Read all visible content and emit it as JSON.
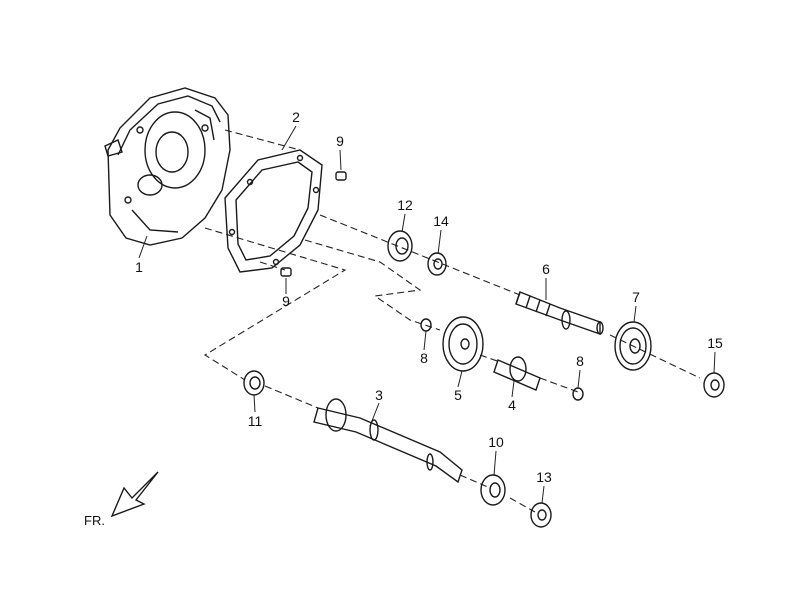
{
  "diagram": {
    "orientation_label": "FR.",
    "callouts": [
      {
        "id": "p1",
        "label": "1"
      },
      {
        "id": "p2",
        "label": "2"
      },
      {
        "id": "p3",
        "label": "3"
      },
      {
        "id": "p4",
        "label": "4"
      },
      {
        "id": "p5",
        "label": "5"
      },
      {
        "id": "p6",
        "label": "6"
      },
      {
        "id": "p7",
        "label": "7"
      },
      {
        "id": "p8a",
        "label": "8"
      },
      {
        "id": "p8b",
        "label": "8"
      },
      {
        "id": "p9a",
        "label": "9"
      },
      {
        "id": "p9b",
        "label": "9"
      },
      {
        "id": "p10",
        "label": "10"
      },
      {
        "id": "p11",
        "label": "11"
      },
      {
        "id": "p12",
        "label": "12"
      },
      {
        "id": "p13",
        "label": "13"
      },
      {
        "id": "p14",
        "label": "14"
      },
      {
        "id": "p15",
        "label": "15"
      }
    ]
  }
}
